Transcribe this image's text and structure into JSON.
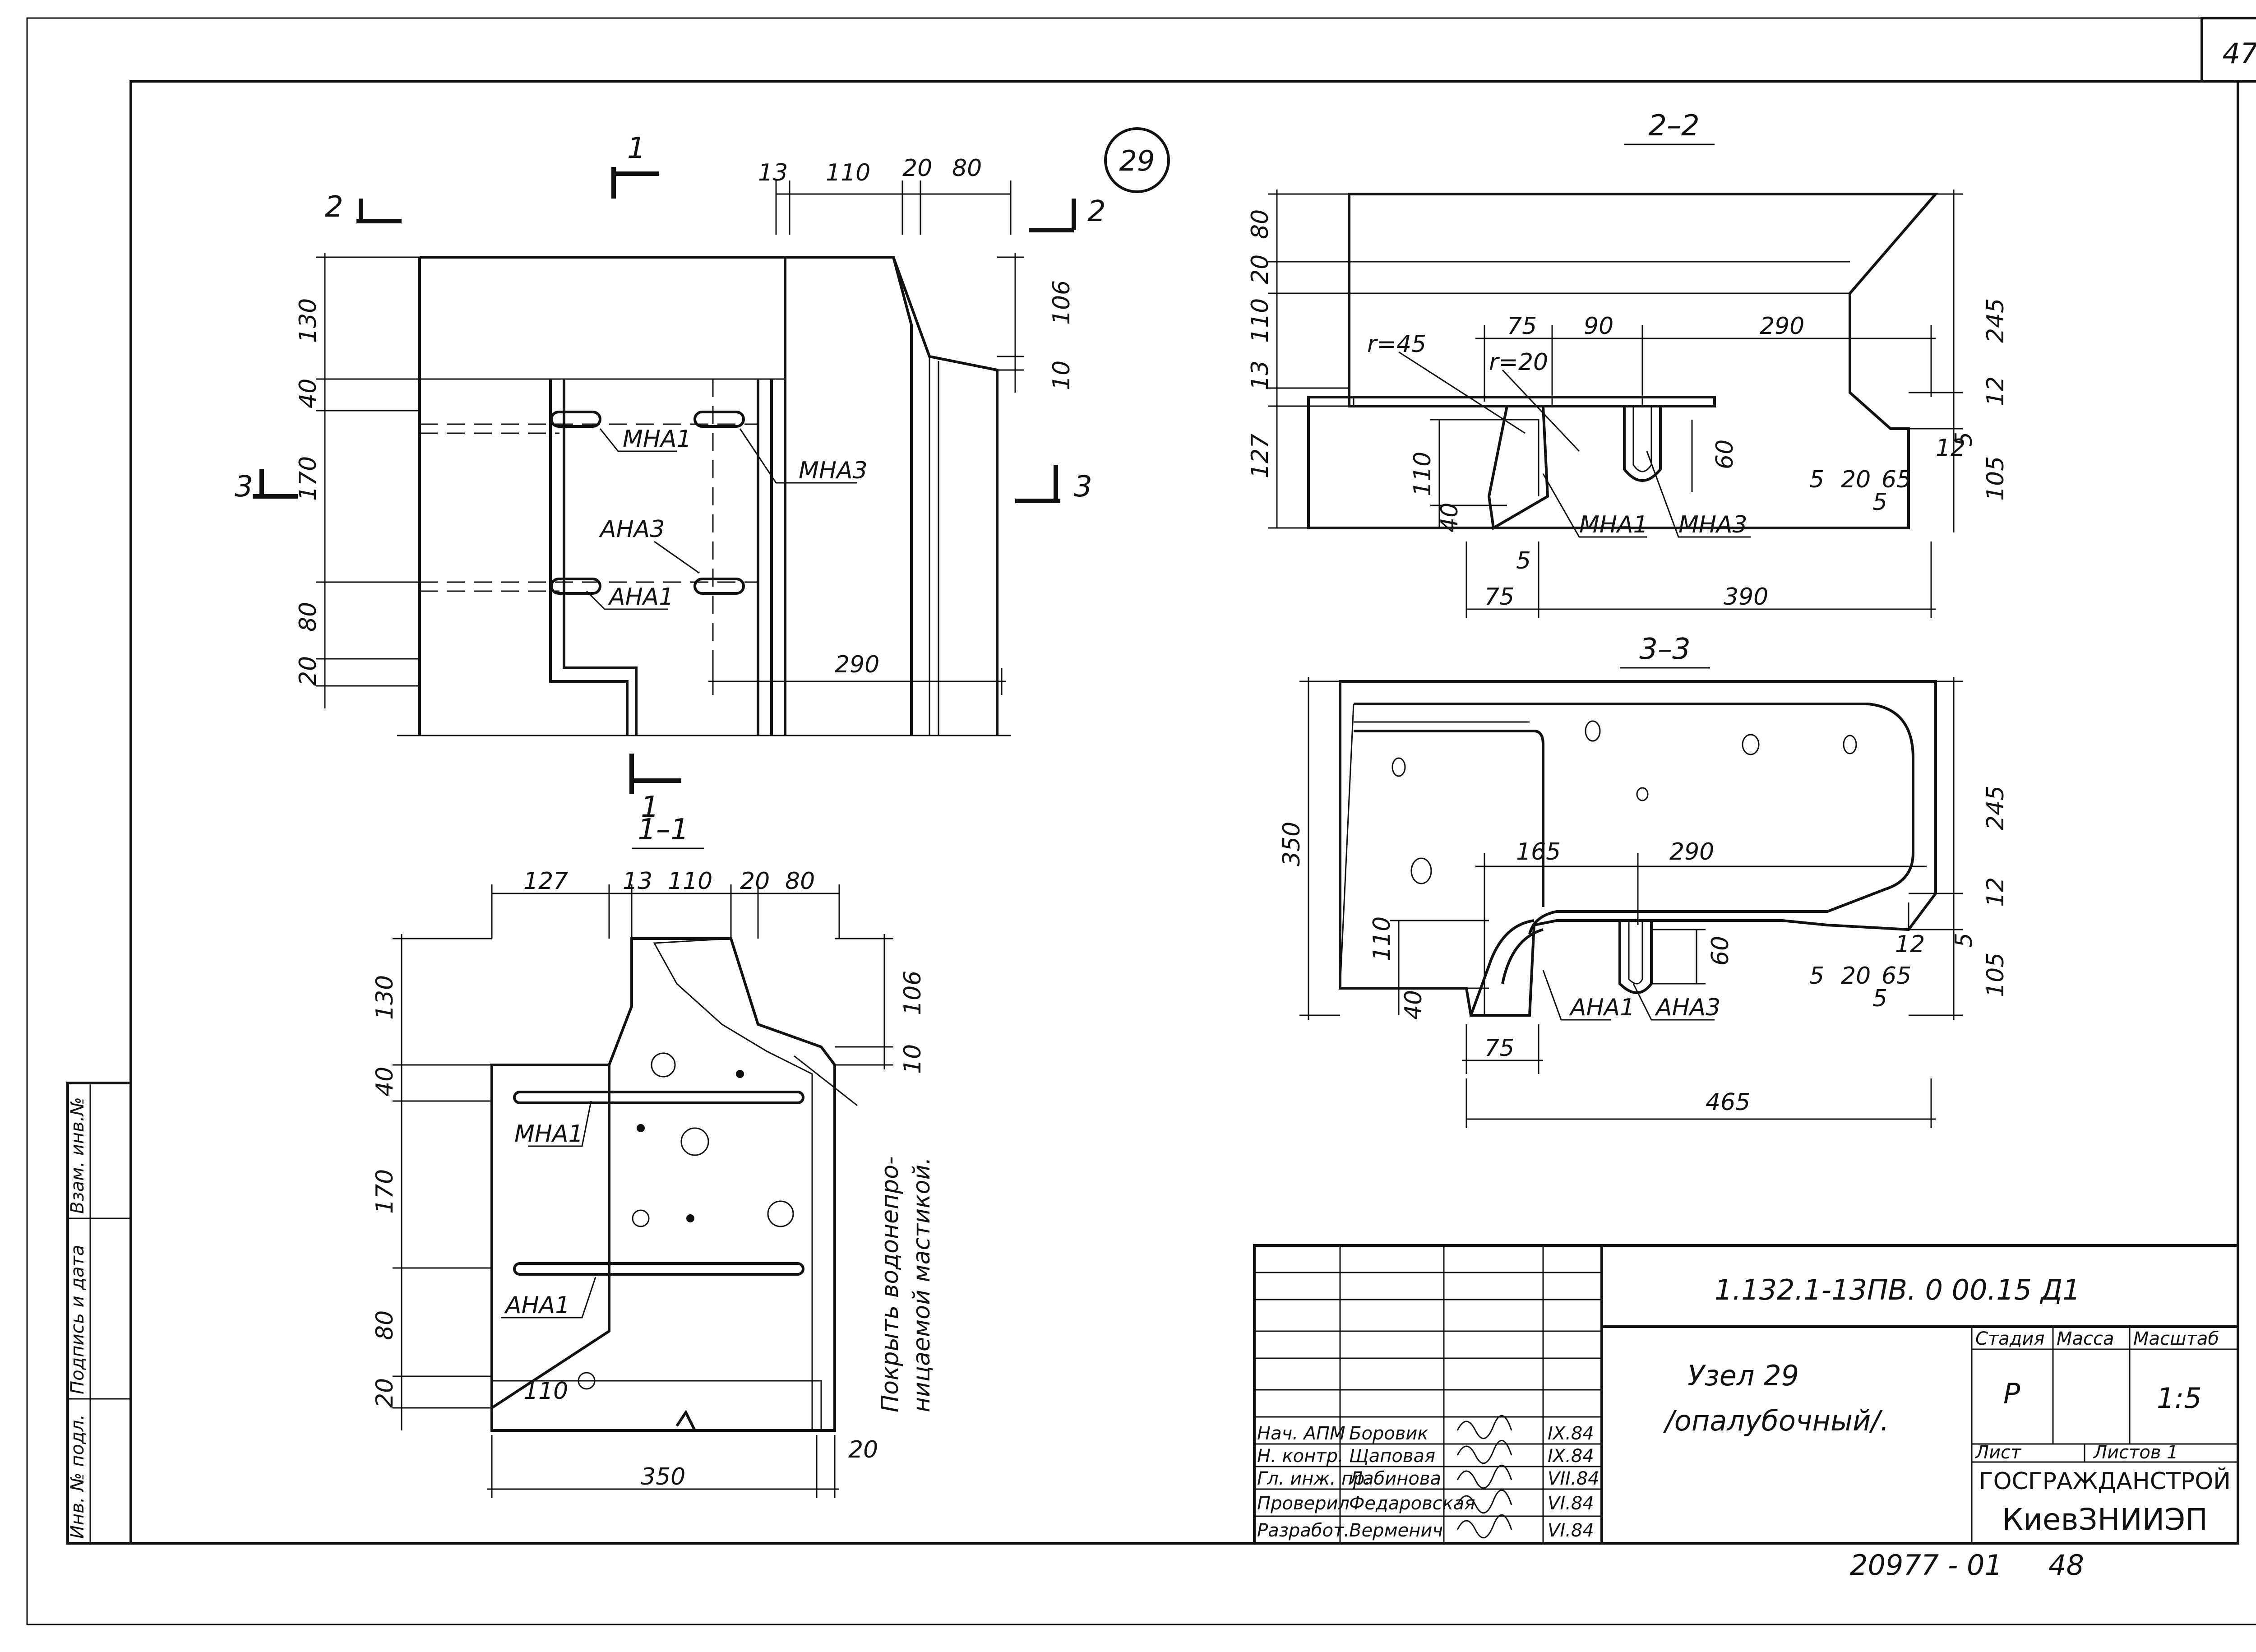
{
  "sheet_number": "47",
  "detail_number": "29",
  "plan_view": {
    "cut_labels": [
      "1",
      "2",
      "2",
      "3",
      "3",
      "1"
    ],
    "dims_top": [
      "13",
      "110",
      "20",
      "80"
    ],
    "dims_left": [
      "130",
      "40",
      "170",
      "80",
      "20"
    ],
    "dims_right": [
      "106",
      "10"
    ],
    "dim_bottom": "290",
    "labels": [
      "МНА1",
      "МНА3",
      "АНА3",
      "АНА1"
    ]
  },
  "section_1_1": {
    "title": "1–1",
    "dims_top": [
      "127",
      "13",
      "110",
      "20",
      "80"
    ],
    "dims_left": [
      "130",
      "40",
      "170",
      "80",
      "20"
    ],
    "dims_right": [
      "106",
      "10"
    ],
    "dim_inner": "110",
    "dims_bottom": [
      "350",
      "20"
    ],
    "labels": [
      "МНА1",
      "АНА1"
    ],
    "note": [
      "Покрыть водонепро-",
      "ницаемой мастикой."
    ]
  },
  "section_2_2": {
    "title": "2–2",
    "dims_left": [
      "80",
      "20",
      "110",
      "13",
      "127"
    ],
    "dims_top": [
      "r=45",
      "75",
      "90",
      "290",
      "r=20"
    ],
    "dims_right": [
      "245",
      "12",
      "12",
      "5",
      "105"
    ],
    "dims_inner": [
      "110",
      "40",
      "60",
      "5",
      "20",
      "65",
      "5",
      "5"
    ],
    "dims_bottom": [
      "75",
      "390"
    ],
    "labels": [
      "МНА1",
      "МНА3"
    ]
  },
  "section_3_3": {
    "title": "3–3",
    "dims_left": [
      "350"
    ],
    "dims_inner": [
      "165",
      "290",
      "110",
      "40",
      "60",
      "5",
      "20",
      "65",
      "5"
    ],
    "dims_right": [
      "245",
      "12",
      "12",
      "5",
      "105"
    ],
    "dims_bottom": [
      "75",
      "465"
    ],
    "labels": [
      "АНА1",
      "АНА3"
    ]
  },
  "side_stamp": [
    "Взам. инв.№",
    "Подпись и дата",
    "Инв. № подл."
  ],
  "title_block": {
    "code": "1.132.1-13ПВ. 0 00.15  Д1",
    "name_line1": "Узел 29",
    "name_line2": "/опалубочный/.",
    "stage_label": "Стадия",
    "mass_label": "Масса",
    "scale_label": "Масштаб",
    "stage": "Р",
    "scale": "1:5",
    "sheet_label": "Лист",
    "sheets_label": "Листов 1",
    "org1": "ГОСГРАЖДАНСТРОЙ",
    "org2": "КиевЗНИИЭП",
    "people": [
      {
        "role": "Нач. АПМ",
        "name": "Боровик",
        "date": "IX.84"
      },
      {
        "role": "Н. контр.",
        "name": "Щаповая",
        "date": "IX.84"
      },
      {
        "role": "Гл. инж. пр.",
        "name": "Лабинова",
        "date": "VII.84"
      },
      {
        "role": "Проверил",
        "name": "Федаровская",
        "date": "VI.84"
      },
      {
        "role": "Разработ.",
        "name": "Верменич",
        "date": "VI.84"
      }
    ],
    "footer": "20977 - 01",
    "footer_page": "48"
  }
}
